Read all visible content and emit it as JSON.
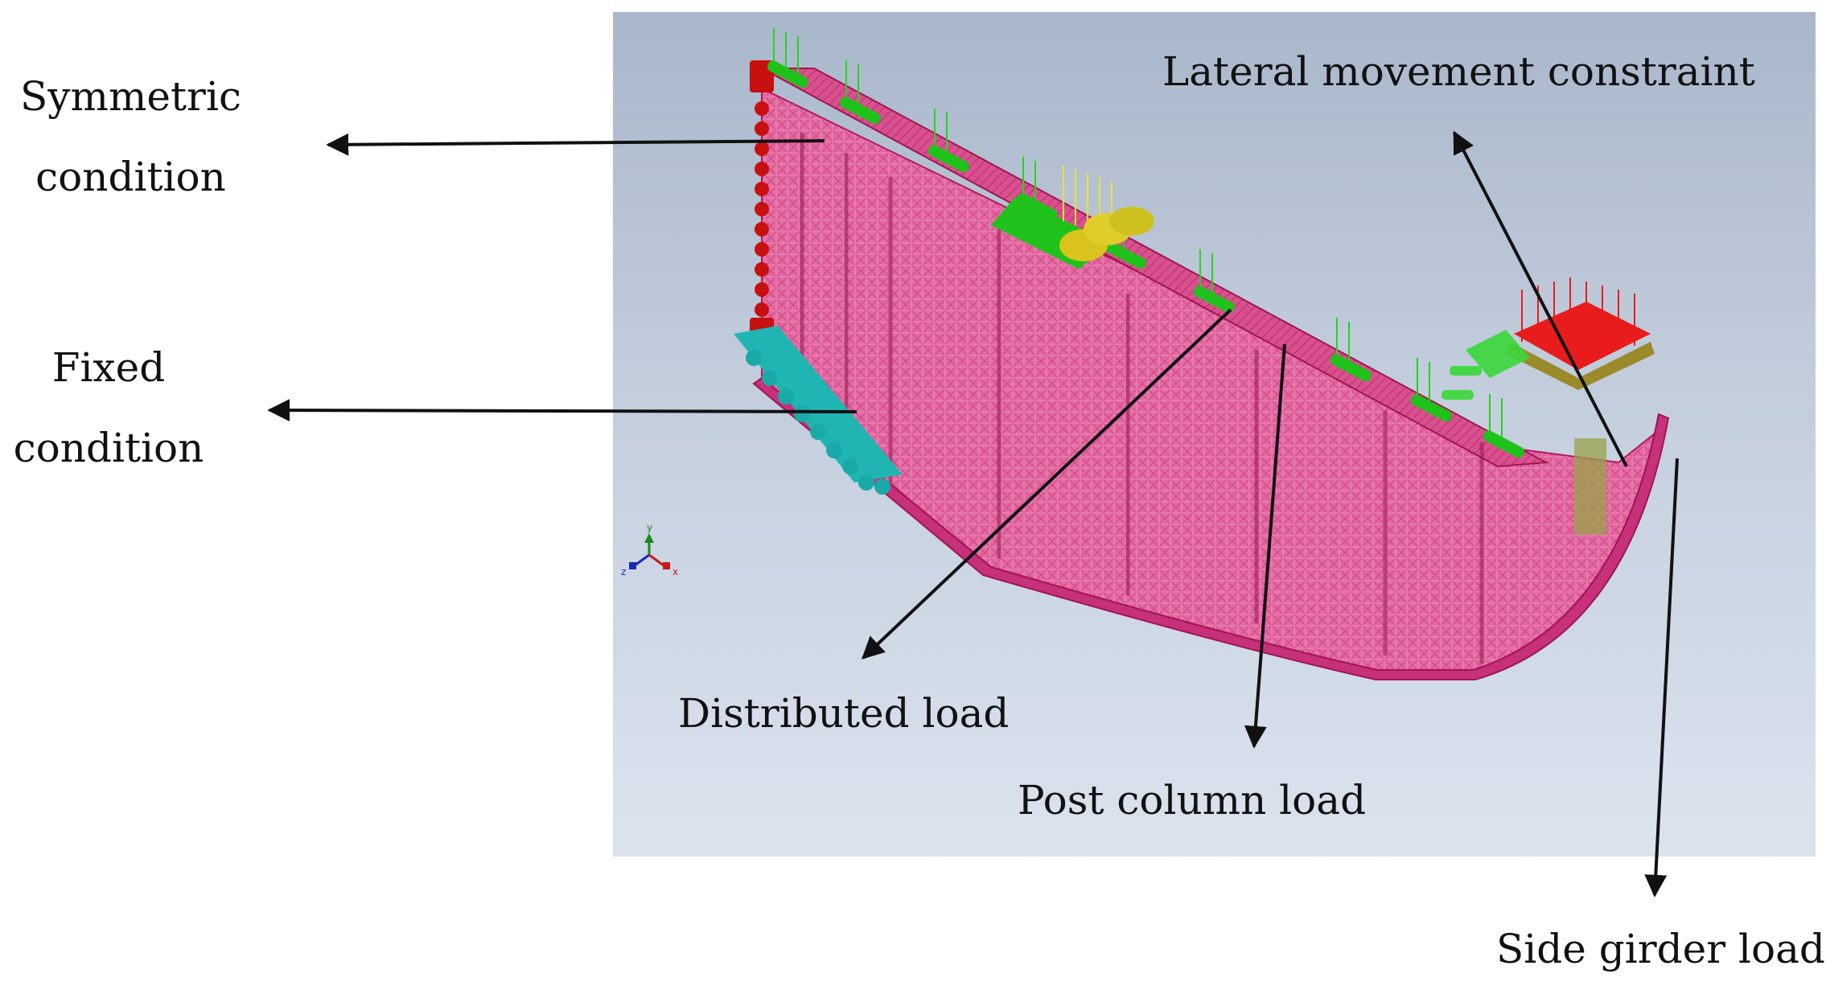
{
  "annotations": {
    "symmetric_line1": "Symmetric",
    "symmetric_line2": "condition",
    "fixed_line1": "Fixed",
    "fixed_line2": "condition",
    "lateral": "Lateral movement constraint",
    "distributed": "Distributed load",
    "post_column": "Post column load",
    "side_girder": "Side girder load"
  },
  "triad": {
    "x": "x",
    "y": "y",
    "z": "z"
  },
  "colors": {
    "mesh": "#e0408a",
    "distributed_load": "#1fc21a",
    "post_column_load": "#d9d21c",
    "side_girder_load": "#e81c1c",
    "fixed_support": "#1aa9a9",
    "symmetric_support": "#c81010",
    "arrow": "#111111"
  }
}
